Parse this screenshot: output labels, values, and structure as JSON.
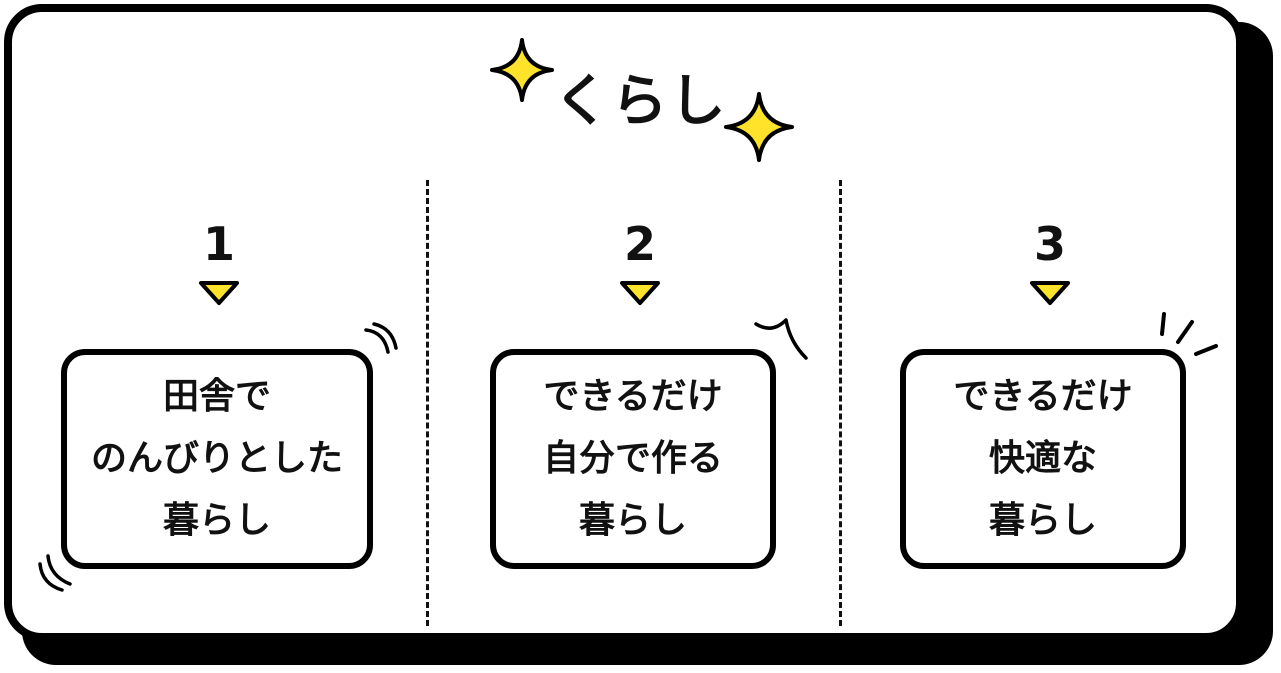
{
  "title": "くらし",
  "accent_color": "#FFE32B",
  "items": [
    {
      "number": "1",
      "lines": [
        "田舎で",
        "のんびりとした",
        "暮らし"
      ]
    },
    {
      "number": "2",
      "lines": [
        "できるだけ",
        "自分で作る",
        "暮らし"
      ]
    },
    {
      "number": "3",
      "lines": [
        "できるだけ",
        "快適な",
        "暮らし"
      ]
    }
  ]
}
